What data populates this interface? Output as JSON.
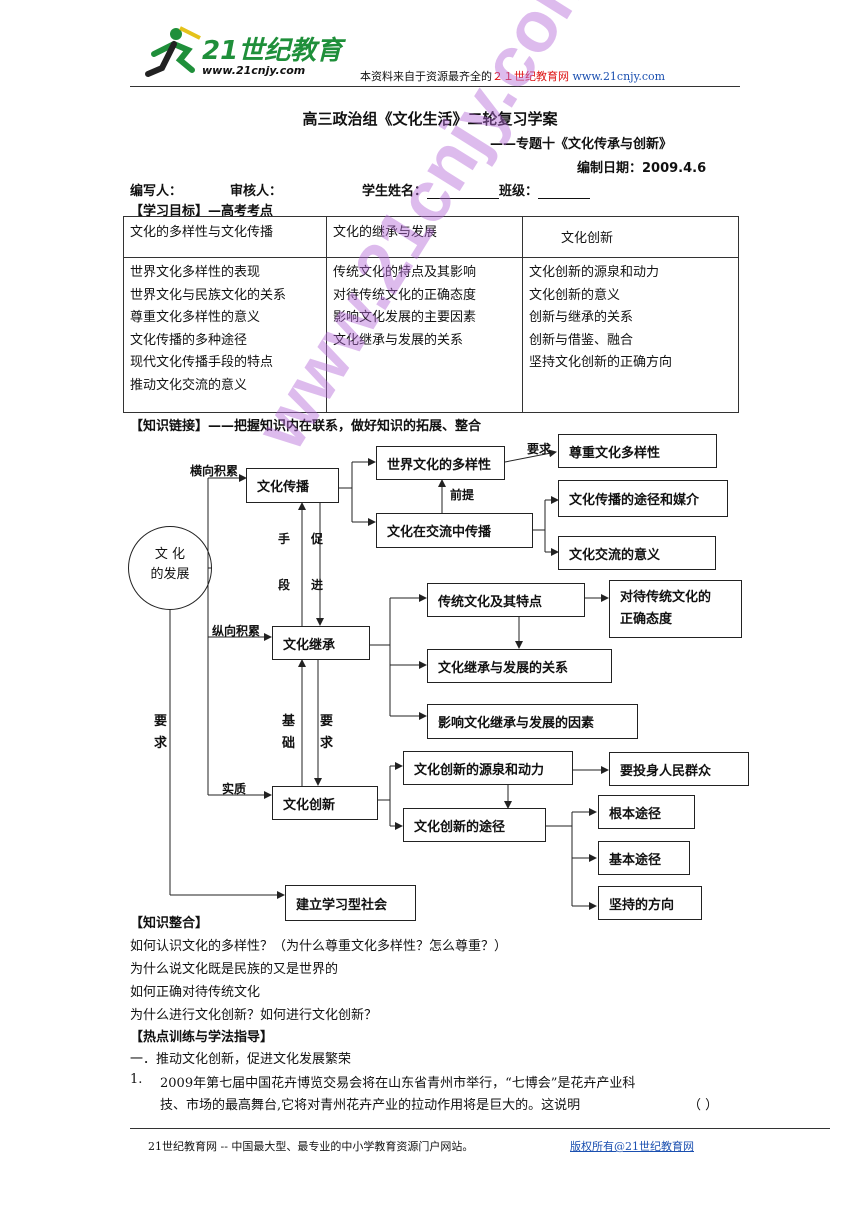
{
  "header": {
    "logo_main": "21世纪教育",
    "logo_url": "www.21cnjy.com",
    "note_prefix": "本资料来自于资源最齐全的",
    "note_brand": "２１世纪教育网",
    "note_url": "www.21cnjy.com"
  },
  "doc": {
    "title": "高三政治组《文化生活》二轮复习学案",
    "subtitle": "——专题十《文化传承与创新》",
    "date": "编制日期：2009.4.6",
    "author_label": "编写人：",
    "reviewer_label": "审核人：",
    "student_label": "学生姓名：",
    "class_label": "班级："
  },
  "goals": {
    "heading": "【学习目标】—高考考点",
    "columns": [
      "文化的多样性与文化传播",
      "文化的继承与发展",
      "文化创新"
    ],
    "col1": [
      "世界文化多样性的表现",
      "世界文化与民族文化的关系",
      "尊重文化多样性的意义",
      "文化传播的多种途径",
      "现代文化传播手段的特点",
      "推动文化交流的意义"
    ],
    "col2": [
      "传统文化的特点及其影响",
      "对待传统文化的正确态度",
      "影响文化发展的主要因素",
      "文化继承与发展的关系"
    ],
    "col3": [
      "文化创新的源泉和动力",
      "文化创新的意义",
      "创新与继承的关系",
      "创新与借鉴、融合",
      "坚持文化创新的正确方向"
    ]
  },
  "links": {
    "heading": "【知识链接】——把握知识内在联系，做好知识的拓展、整合",
    "center_line1": "文 化",
    "center_line2": "的发展",
    "labels": {
      "horizontal": "横向积累",
      "vertical": "纵向积累",
      "essence": "实质",
      "require_left_1": "要",
      "require_left_2": "求",
      "means_1": "手",
      "means_2": "段",
      "promote_1": "促",
      "promote_2": "进",
      "basis_1": "基",
      "basis_2": "础",
      "require_mid_1": "要",
      "require_mid_2": "求",
      "premise": "前提",
      "require_top": "要求"
    },
    "boxes": {
      "spread": "文化传播",
      "inherit": "文化继承",
      "innovate": "文化创新",
      "diversity": "世界文化的多样性",
      "exchange": "文化在交流中传播",
      "respect": "尊重文化多样性",
      "channels": "文化传播的途径和媒介",
      "exchange_meaning": "文化交流的意义",
      "tradition": "传统文化及其特点",
      "attitude_1": "对待传统文化的",
      "attitude_2": "正确态度",
      "relation": "文化继承与发展的关系",
      "factors": "影响文化继承与发展的因素",
      "source": "文化创新的源泉和动力",
      "people": "要投身人民群众",
      "path": "文化创新的途径",
      "root": "根本途径",
      "basic": "基本途径",
      "direction": "坚持的方向",
      "society": "建立学习型社会"
    }
  },
  "integration": {
    "heading": "【知识整合】",
    "lines": [
      "如何认识文化的多样性？（为什么尊重文化多样性？怎么尊重？）",
      "为什么说文化既是民族的又是世界的",
      "如何正确对待传统文化",
      "为什么进行文化创新？如何进行文化创新？"
    ]
  },
  "hotspot": {
    "heading": "【热点训练与学法指导】",
    "sub1": "一．推动文化创新，促进文化发展繁荣",
    "q1_num": "1.",
    "q1_line1": "2009年第七届中国花卉博览交易会将在山东省青州市举行，“七博会”是花卉产业科",
    "q1_line2": "技、市场的最高舞台,它将对青州花卉产业的拉动作用将是巨大的。这说明",
    "q1_paren": "（    ）"
  },
  "footer": {
    "left": "21世纪教育网 -- 中国最大型、最专业的中小学教育资源门户网站。",
    "right": "版权所有@21世纪教育网"
  },
  "watermark": "www.21cnjy.com"
}
